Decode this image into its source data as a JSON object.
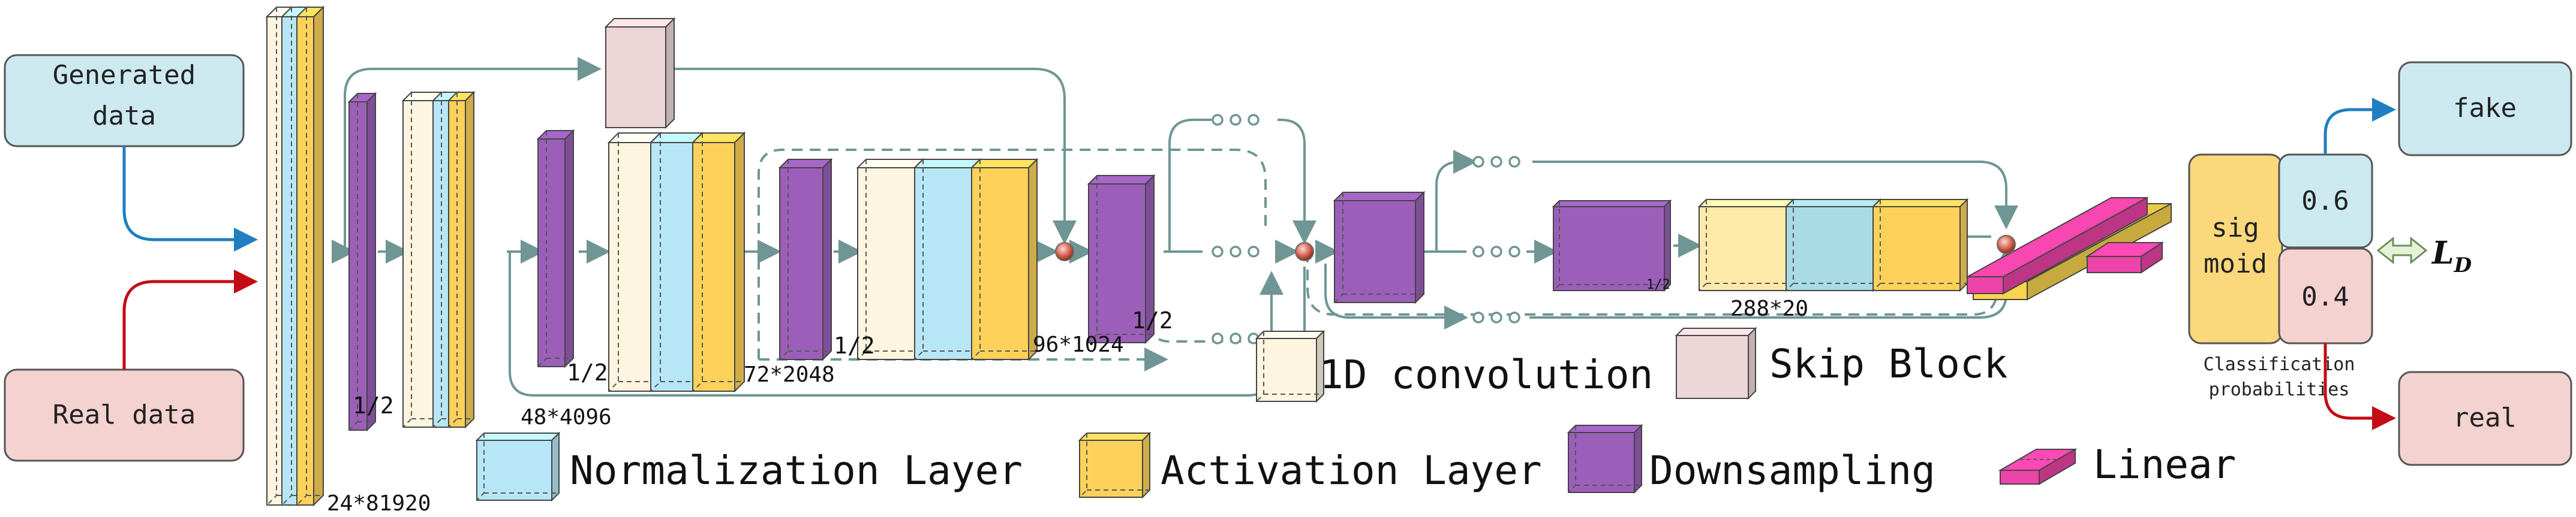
{
  "inputs": {
    "generated": "Generated\ndata",
    "real": "Real data"
  },
  "outputs": {
    "fake": "fake",
    "real": "real"
  },
  "sigmoid_label": "sig\nmoid",
  "probabilities": [
    "0.6",
    "0.4"
  ],
  "probabilities_caption": "Classification\nprobabilities",
  "loss_label": "L",
  "loss_subscript": "D",
  "downsample_factor_labels": [
    "1/2",
    "1/2",
    "1/2",
    "1/2",
    "1/2"
  ],
  "feature_shapes": [
    "24*81920",
    "48*4096",
    "72*2048",
    "96*1024",
    "288*20"
  ],
  "legend": {
    "conv": "1D convolution",
    "skip": "Skip Block",
    "norm": "Normalization Layer",
    "act": "Activation Layer",
    "down": "Downsampling",
    "linear": "Linear"
  },
  "colors": {
    "conv": "#fef5e0",
    "norm": "#b7e6f6",
    "act": "#fcd25a",
    "down": "#9b5fba",
    "skip": "#ecd6d8",
    "linear": "#ec44a8",
    "yellow_bar": "#f7d54c",
    "input_generated": "#cce9f0",
    "input_real": "#f3d2d0",
    "sigmoid": "#fbd87b",
    "arrow": "#6f9694",
    "blue_arrow": "#1f7fc0",
    "red_arrow": "#c40c14"
  }
}
